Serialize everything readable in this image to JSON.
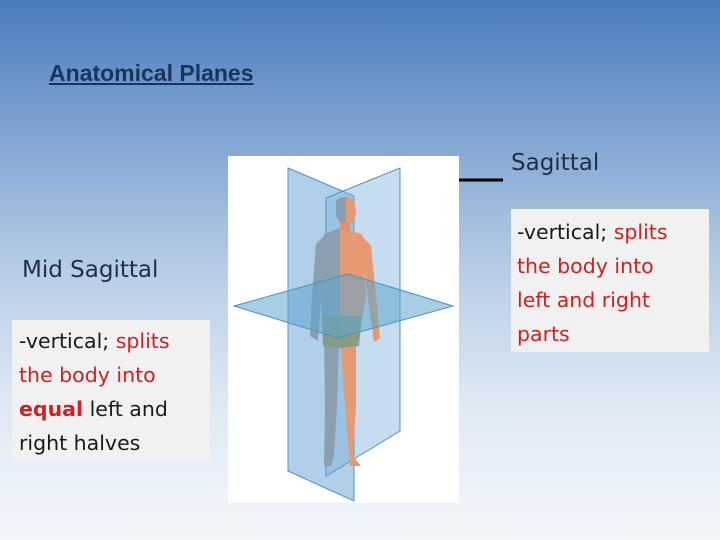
{
  "slide": {
    "title": "Anatomical Planes"
  },
  "mid_sagittal": {
    "heading": "Mid Sagittal",
    "desc_prefix": "-vertical; ",
    "desc_red": "splits the body into",
    "desc_bold": "equal",
    "desc_tail1": " left and",
    "desc_tail2": "right halves"
  },
  "sagittal": {
    "heading": "Sagittal",
    "desc_prefix": "-vertical; ",
    "desc_red": "splits the body into left and right parts"
  },
  "colors": {
    "plane": "#6fa8d6",
    "skin": "#e79a72",
    "shorts": "#7f9b86",
    "red_text": "#d21f1f"
  }
}
